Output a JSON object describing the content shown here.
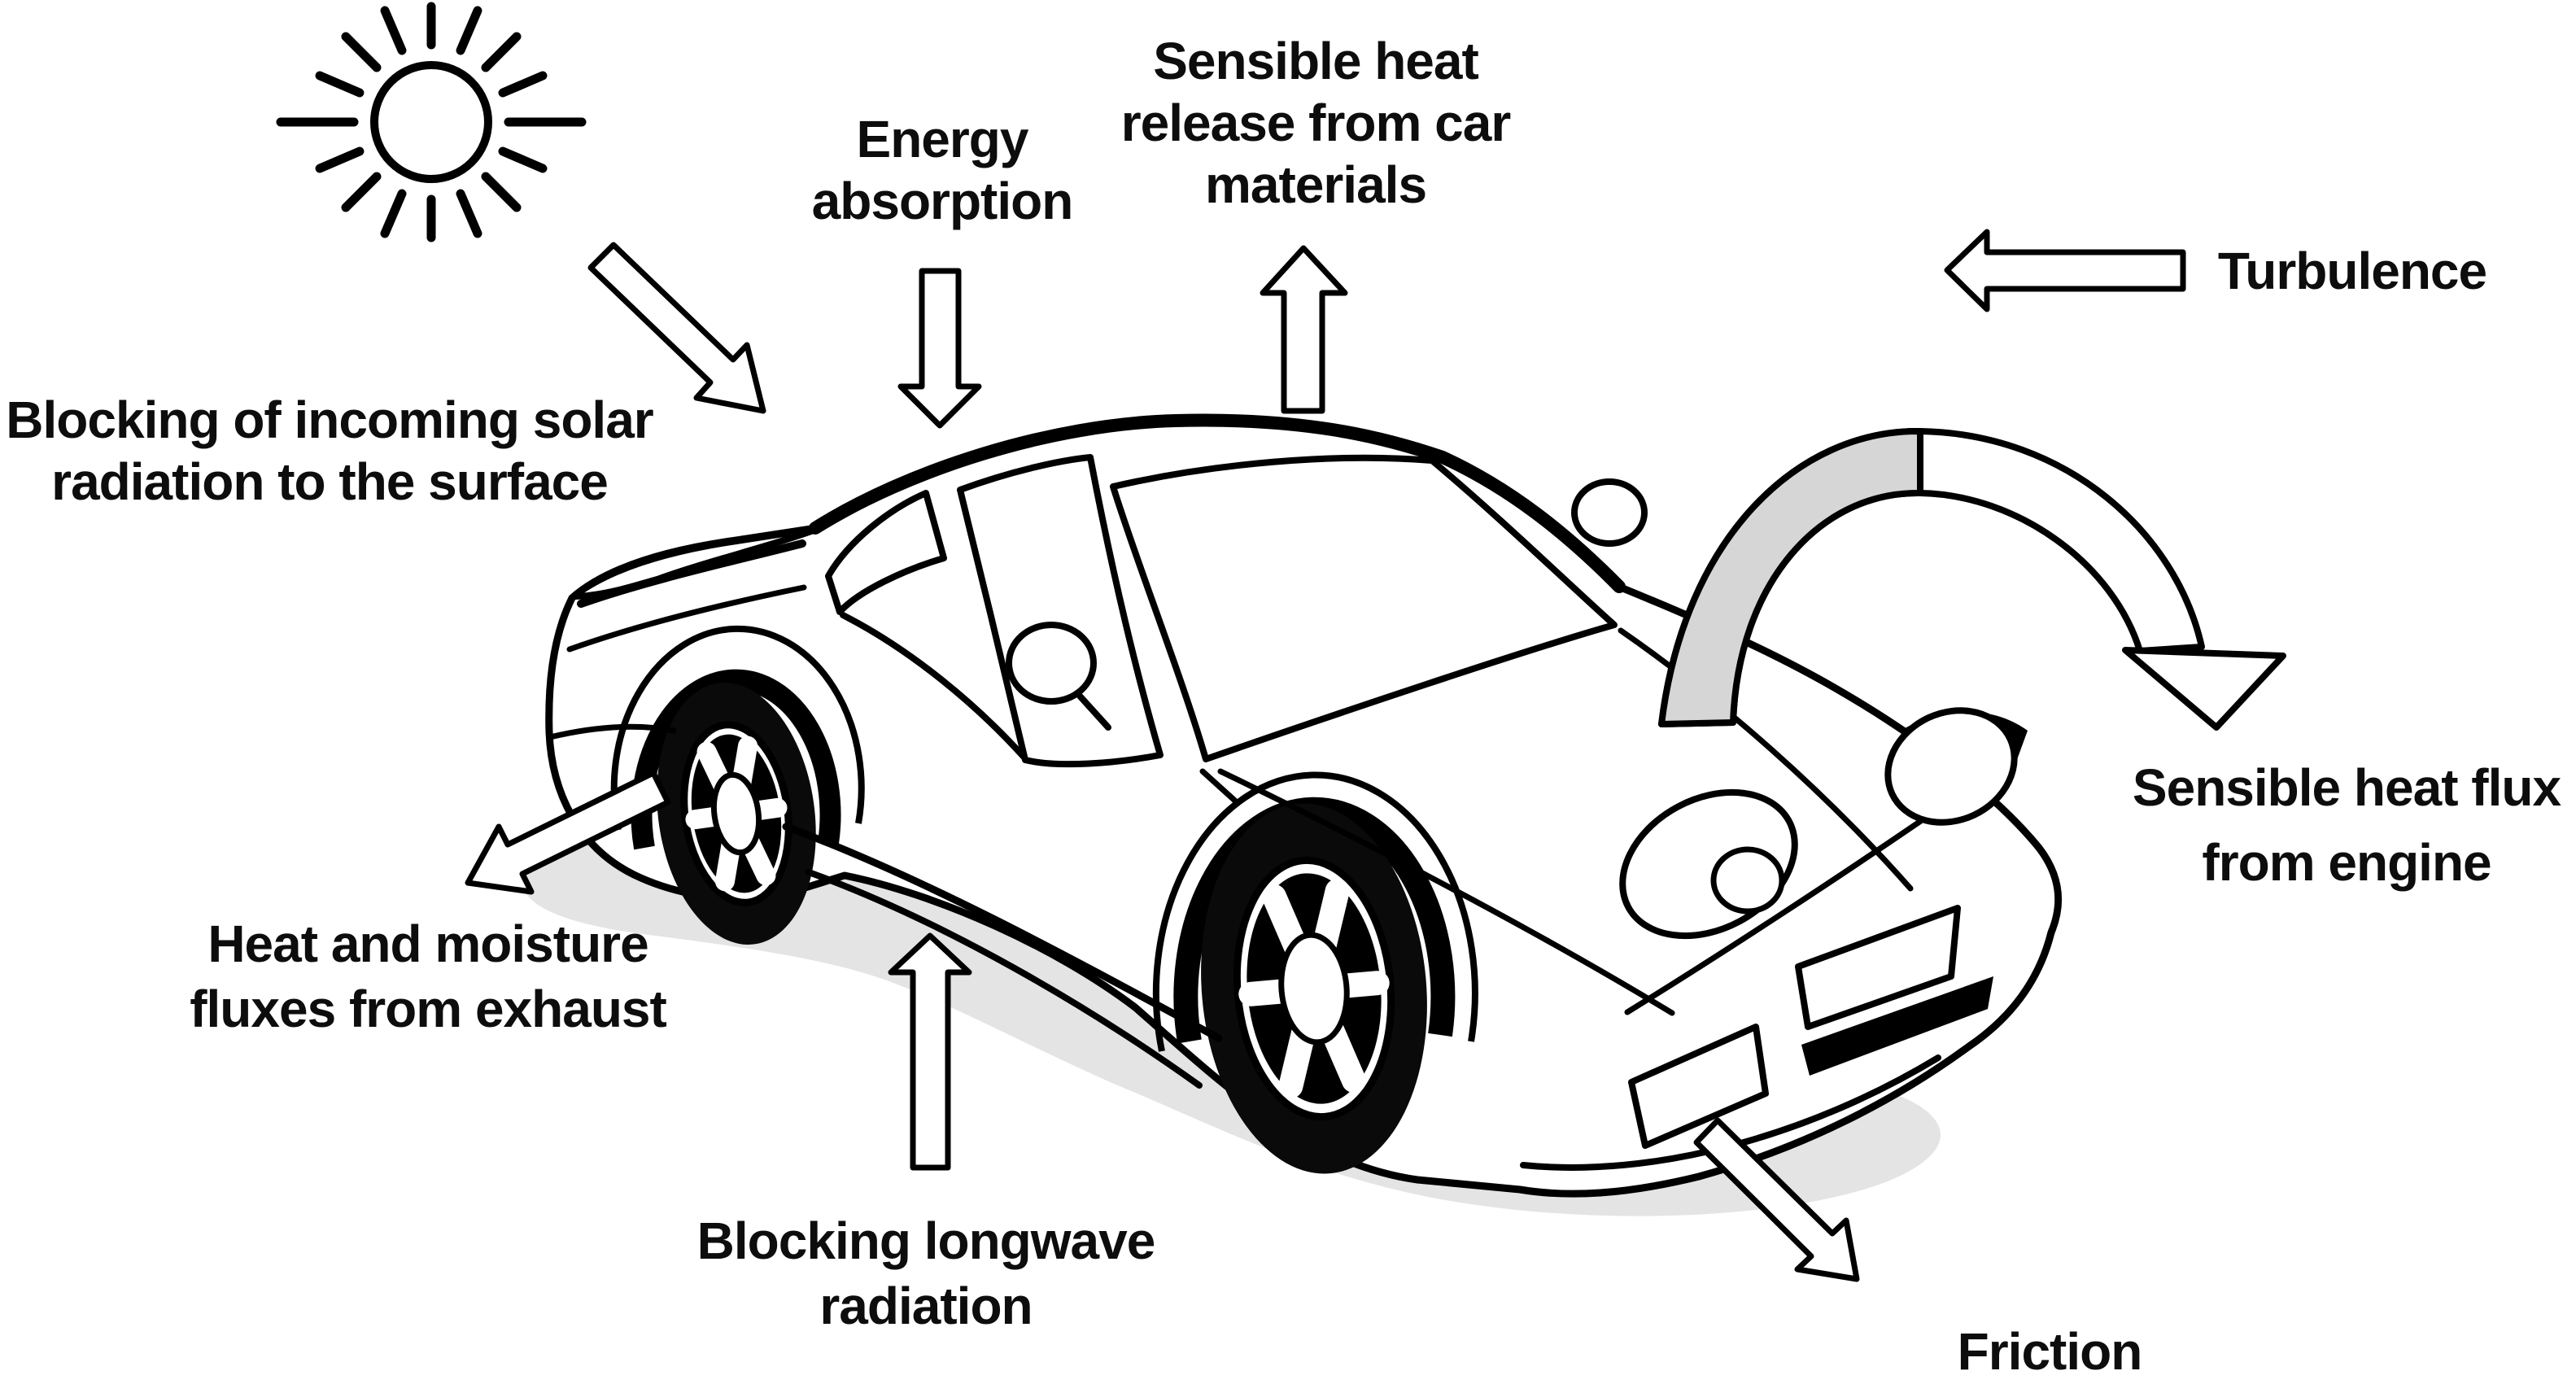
{
  "figure": {
    "title": "Car energy and heat flux diagram",
    "background": "#ffffff",
    "colors": {
      "line": "#000000",
      "text": "#0d0d0d",
      "car_shadow": "#e4e4e4",
      "engine_arc_fill": "#d6d6d6",
      "glass_and_body": "#ffffff"
    },
    "icons": {
      "sun": "sun-icon",
      "car": "car-line-art"
    }
  },
  "labels": {
    "blocking_solar": {
      "lines": [
        "Blocking of incoming solar",
        "radiation to the surface"
      ]
    },
    "energy_absorption": {
      "lines": [
        "Energy",
        "absorption"
      ]
    },
    "sensible_release": {
      "lines": [
        "Sensible heat",
        "release from car",
        "materials"
      ]
    },
    "turbulence": {
      "text": "Turbulence"
    },
    "engine_flux": {
      "lines": [
        "Sensible heat flux",
        "from engine"
      ]
    },
    "exhaust_flux": {
      "lines": [
        "Heat and moisture",
        "fluxes from exhaust"
      ]
    },
    "longwave": {
      "lines": [
        "Blocking longwave",
        "radiation"
      ]
    },
    "friction": {
      "text": "Friction"
    }
  },
  "arrows": [
    {
      "name": "solar-radiation-arrow",
      "direction": "down-right",
      "style": "hollow-outline"
    },
    {
      "name": "energy-absorption-arrow",
      "direction": "down",
      "style": "hollow-outline"
    },
    {
      "name": "heat-release-arrow",
      "direction": "up",
      "style": "hollow-outline"
    },
    {
      "name": "turbulence-arrow",
      "direction": "left",
      "style": "hollow-outline"
    },
    {
      "name": "engine-heat-arc-arrow",
      "direction": "arc-over-hood-down",
      "style": "band, left half grey"
    },
    {
      "name": "exhaust-flux-arrow",
      "direction": "down-left",
      "style": "hollow-outline"
    },
    {
      "name": "longwave-arrow",
      "direction": "up",
      "style": "hollow-outline"
    },
    {
      "name": "friction-arrow",
      "direction": "down-right",
      "style": "hollow-outline"
    }
  ]
}
